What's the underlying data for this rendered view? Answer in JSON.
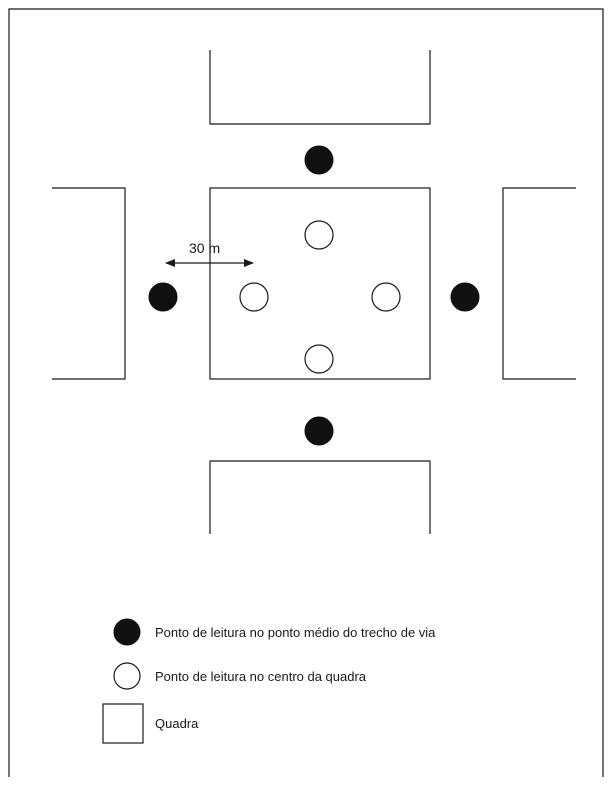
{
  "diagram": {
    "distance_label": "30 m",
    "legend": {
      "filled_point": "Ponto de leitura no ponto médio do trecho de via",
      "hollow_point": "Ponto de leitura no centro da quadra",
      "block": "Quadra"
    }
  }
}
